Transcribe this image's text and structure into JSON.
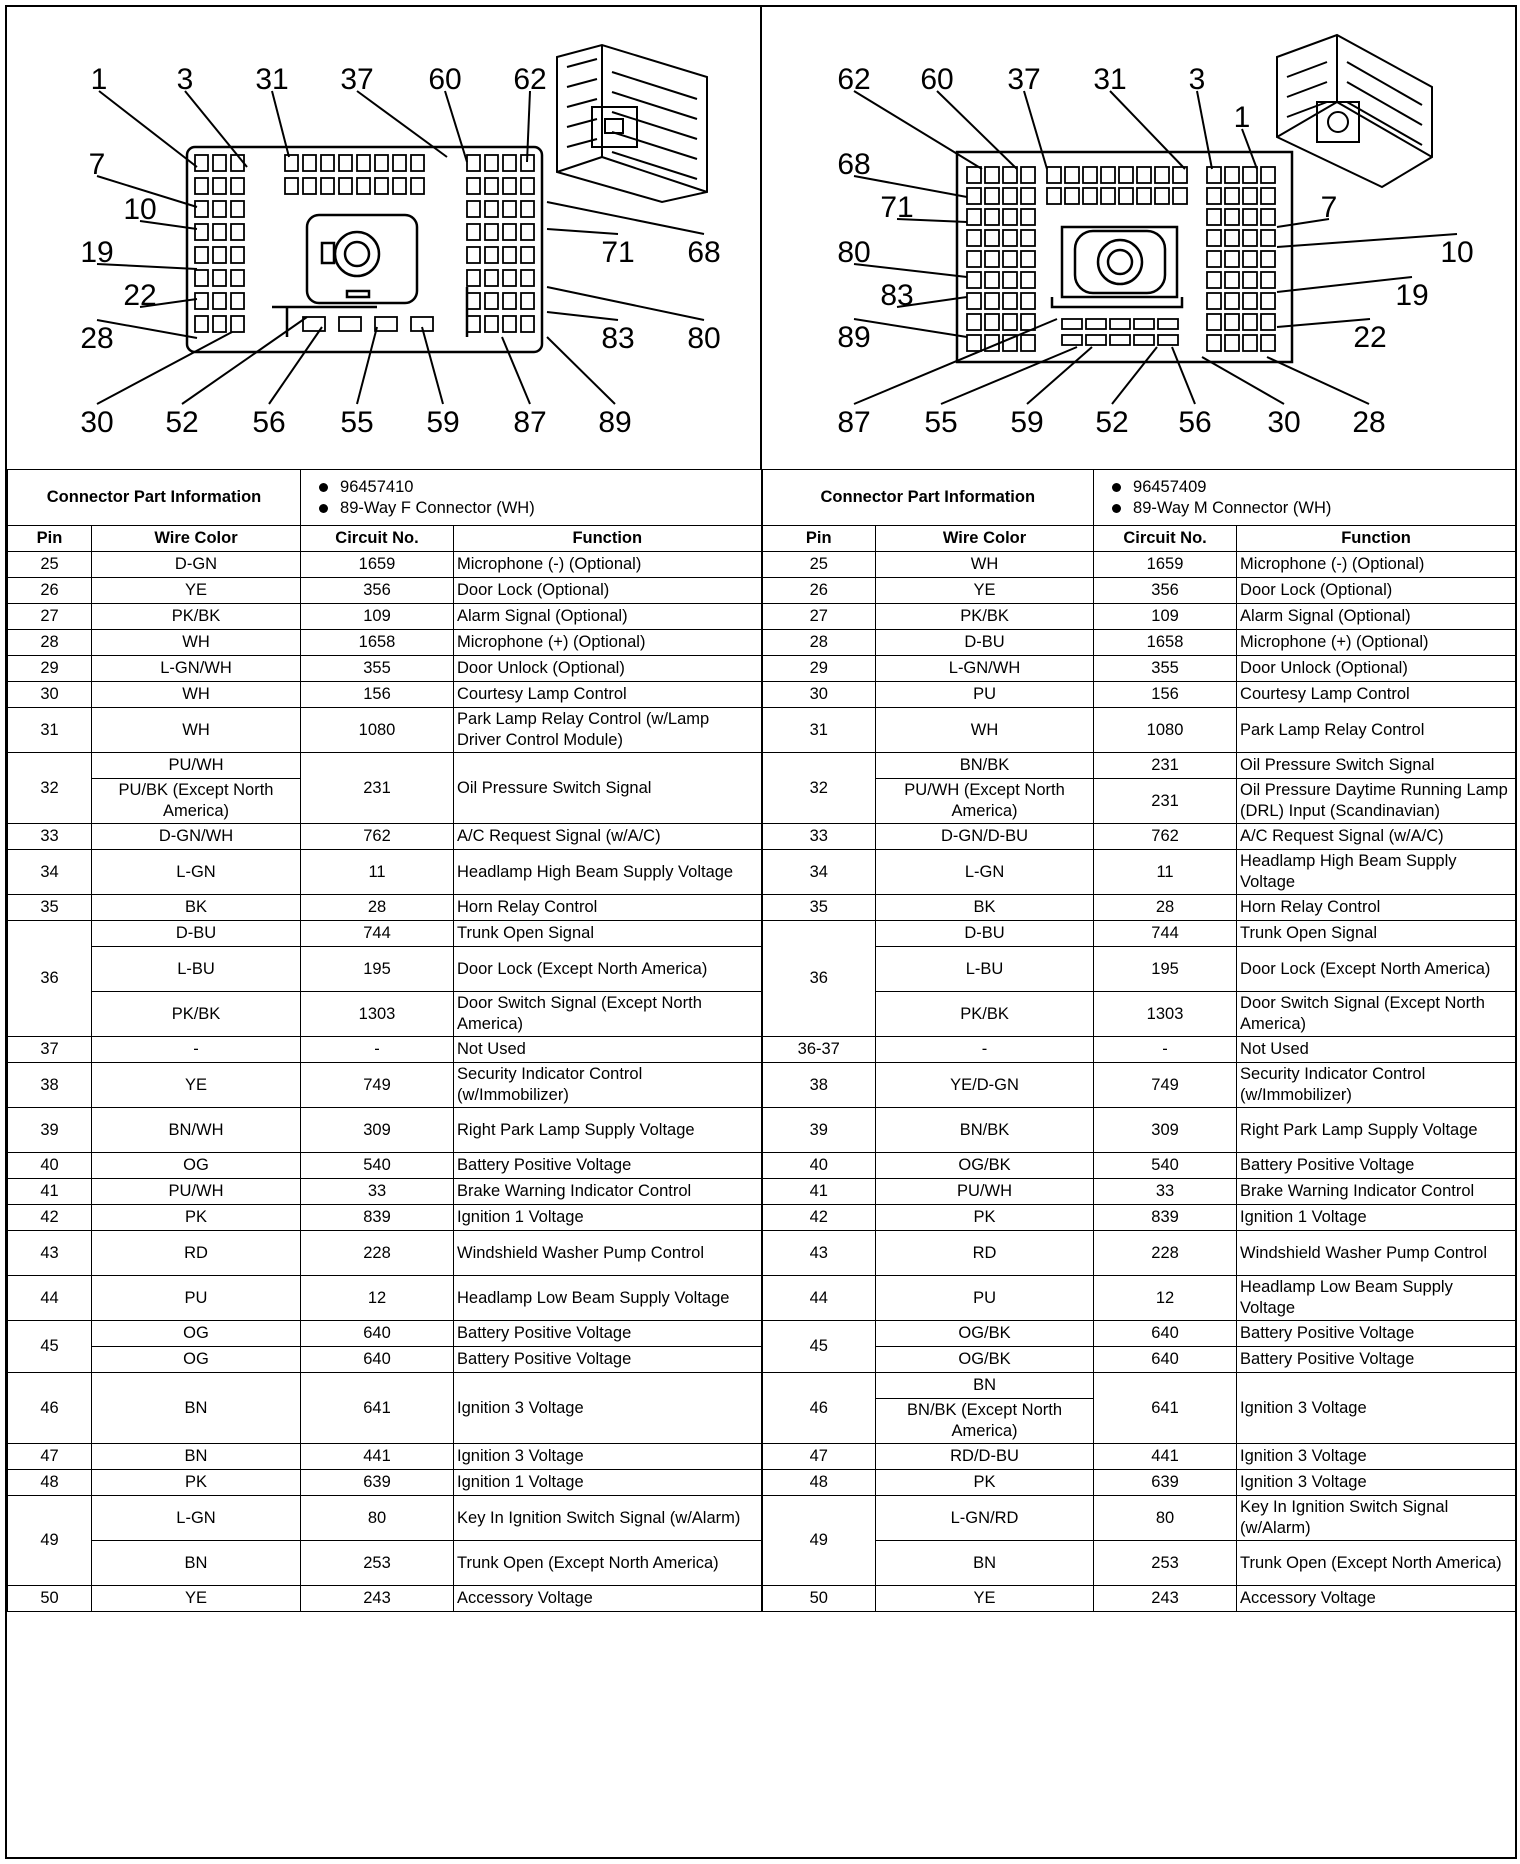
{
  "connectors": [
    {
      "side": "F",
      "callouts": [
        "1",
        "3",
        "31",
        "37",
        "60",
        "62",
        "7",
        "10",
        "19",
        "22",
        "28",
        "30",
        "52",
        "56",
        "55",
        "59",
        "87",
        "89",
        "71",
        "68",
        "83",
        "80"
      ],
      "info_label": "Connector Part Information",
      "part_number": "96457410",
      "description": "89-Way F Connector (WH)"
    },
    {
      "side": "M",
      "callouts": [
        "62",
        "60",
        "37",
        "31",
        "3",
        "1",
        "68",
        "71",
        "80",
        "83",
        "89",
        "7",
        "10",
        "19",
        "22",
        "87",
        "55",
        "59",
        "52",
        "56",
        "30",
        "28"
      ],
      "info_label": "Connector Part Information",
      "part_number": "96457409",
      "description": "89-Way M Connector (WH)"
    }
  ],
  "headers": {
    "pin": "Pin",
    "wire": "Wire Color",
    "circuit": "Circuit No.",
    "function": "Function"
  },
  "rows": [
    {
      "lp": "25",
      "lw": "D-GN",
      "lc": "1659",
      "lf": "Microphone (-) (Optional)",
      "rp": "25",
      "rw": "WH",
      "rc": "1659",
      "rf": "Microphone (-) (Optional)"
    },
    {
      "lp": "26",
      "lw": "YE",
      "lc": "356",
      "lf": "Door Lock (Optional)",
      "rp": "26",
      "rw": "YE",
      "rc": "356",
      "rf": "Door Lock (Optional)"
    },
    {
      "lp": "27",
      "lw": "PK/BK",
      "lc": "109",
      "lf": "Alarm Signal (Optional)",
      "rp": "27",
      "rw": "PK/BK",
      "rc": "109",
      "rf": "Alarm Signal (Optional)"
    },
    {
      "lp": "28",
      "lw": "WH",
      "lc": "1658",
      "lf": "Microphone (+) (Optional)",
      "rp": "28",
      "rw": "D-BU",
      "rc": "1658",
      "rf": "Microphone (+) (Optional)"
    },
    {
      "lp": "29",
      "lw": "L-GN/WH",
      "lc": "355",
      "lf": "Door Unlock (Optional)",
      "rp": "29",
      "rw": "L-GN/WH",
      "rc": "355",
      "rf": "Door Unlock (Optional)"
    },
    {
      "lp": "30",
      "lw": "WH",
      "lc": "156",
      "lf": "Courtesy Lamp Control",
      "rp": "30",
      "rw": "PU",
      "rc": "156",
      "rf": "Courtesy Lamp Control"
    },
    {
      "lp": "31",
      "lw": "WH",
      "lc": "1080",
      "lf": "Park Lamp Relay Control (w/Lamp Driver Control Module)",
      "rp": "31",
      "rw": "WH",
      "rc": "1080",
      "rf": "Park Lamp Relay Control"
    },
    {
      "lp": "32",
      "lw": "PU/WH",
      "lc": "231",
      "lf": "Oil Pressure Switch Signal",
      "rp": "32",
      "rw": "BN/BK",
      "rc": "231",
      "rf": "Oil Pressure Switch Signal"
    },
    {
      "lp": "",
      "lw": "PU/BK (Except North America)",
      "lc": "",
      "lf": "",
      "rp": "",
      "rw": "PU/WH (Except North America)",
      "rc": "231",
      "rf": "Oil Pressure Daytime Running Lamp (DRL) Input (Scandinavian)"
    },
    {
      "lp": "33",
      "lw": "D-GN/WH",
      "lc": "762",
      "lf": "A/C Request Signal (w/A/C)",
      "rp": "33",
      "rw": "D-GN/D-BU",
      "rc": "762",
      "rf": "A/C Request Signal (w/A/C)"
    },
    {
      "lp": "34",
      "lw": "L-GN",
      "lc": "11",
      "lf": "Headlamp High Beam Supply Voltage",
      "rp": "34",
      "rw": "L-GN",
      "rc": "11",
      "rf": "Headlamp High Beam Supply Voltage"
    },
    {
      "lp": "35",
      "lw": "BK",
      "lc": "28",
      "lf": "Horn Relay Control",
      "rp": "35",
      "rw": "BK",
      "rc": "28",
      "rf": "Horn Relay Control"
    },
    {
      "lp": "36",
      "lw": "D-BU",
      "lc": "744",
      "lf": "Trunk Open Signal",
      "rp": "36",
      "rw": "D-BU",
      "rc": "744",
      "rf": "Trunk Open Signal"
    },
    {
      "lp": "",
      "lw": "L-BU",
      "lc": "195",
      "lf": "Door Lock (Except North America)",
      "rp": "",
      "rw": "L-BU",
      "rc": "195",
      "rf": "Door Lock (Except North America)"
    },
    {
      "lp": "",
      "lw": "PK/BK",
      "lc": "1303",
      "lf": "Door Switch Signal (Except North America)",
      "rp": "",
      "rw": "PK/BK",
      "rc": "1303",
      "rf": "Door Switch Signal (Except North America)"
    },
    {
      "lp": "37",
      "lw": "-",
      "lc": "-",
      "lf": "Not Used",
      "rp": "36-37",
      "rw": "-",
      "rc": "-",
      "rf": "Not Used"
    },
    {
      "lp": "38",
      "lw": "YE",
      "lc": "749",
      "lf": "Security Indicator Control (w/Immobilizer)",
      "rp": "38",
      "rw": "YE/D-GN",
      "rc": "749",
      "rf": "Security Indicator Control (w/Immobilizer)"
    },
    {
      "lp": "39",
      "lw": "BN/WH",
      "lc": "309",
      "lf": "Right Park Lamp Supply Voltage",
      "rp": "39",
      "rw": "BN/BK",
      "rc": "309",
      "rf": "Right Park Lamp Supply Voltage"
    },
    {
      "lp": "40",
      "lw": "OG",
      "lc": "540",
      "lf": "Battery Positive Voltage",
      "rp": "40",
      "rw": "OG/BK",
      "rc": "540",
      "rf": "Battery Positive Voltage"
    },
    {
      "lp": "41",
      "lw": "PU/WH",
      "lc": "33",
      "lf": "Brake Warning Indicator Control",
      "rp": "41",
      "rw": "PU/WH",
      "rc": "33",
      "rf": "Brake Warning Indicator Control"
    },
    {
      "lp": "42",
      "lw": "PK",
      "lc": "839",
      "lf": "Ignition 1 Voltage",
      "rp": "42",
      "rw": "PK",
      "rc": "839",
      "rf": "Ignition 1 Voltage"
    },
    {
      "lp": "43",
      "lw": "RD",
      "lc": "228",
      "lf": "Windshield Washer Pump Control",
      "rp": "43",
      "rw": "RD",
      "rc": "228",
      "rf": "Windshield Washer Pump Control"
    },
    {
      "lp": "44",
      "lw": "PU",
      "lc": "12",
      "lf": "Headlamp Low Beam Supply Voltage",
      "rp": "44",
      "rw": "PU",
      "rc": "12",
      "rf": "Headlamp Low Beam Supply Voltage"
    },
    {
      "lp": "45",
      "lw": "OG",
      "lc": "640",
      "lf": "Battery Positive Voltage",
      "rp": "45",
      "rw": "OG/BK",
      "rc": "640",
      "rf": "Battery Positive Voltage"
    },
    {
      "lp": "",
      "lw": "OG",
      "lc": "640",
      "lf": "Battery Positive Voltage",
      "rp": "",
      "rw": "OG/BK",
      "rc": "640",
      "rf": "Battery Positive Voltage"
    },
    {
      "lp": "46",
      "lw": "BN",
      "lc": "641",
      "lf": "Ignition 3 Voltage",
      "rp": "46",
      "rw": "BN",
      "rc": "641",
      "rf": "Ignition 3 Voltage"
    },
    {
      "lp": "",
      "lw": "",
      "lc": "",
      "lf": "",
      "rp": "",
      "rw": "BN/BK (Except North America)",
      "rc": "",
      "rf": ""
    },
    {
      "lp": "47",
      "lw": "BN",
      "lc": "441",
      "lf": "Ignition 3 Voltage",
      "rp": "47",
      "rw": "RD/D-BU",
      "rc": "441",
      "rf": "Ignition 3 Voltage"
    },
    {
      "lp": "48",
      "lw": "PK",
      "lc": "639",
      "lf": "Ignition 1 Voltage",
      "rp": "48",
      "rw": "PK",
      "rc": "639",
      "rf": "Ignition 3 Voltage"
    },
    {
      "lp": "49",
      "lw": "L-GN",
      "lc": "80",
      "lf": "Key In Ignition Switch Signal (w/Alarm)",
      "rp": "49",
      "rw": "L-GN/RD",
      "rc": "80",
      "rf": "Key In Ignition Switch Signal (w/Alarm)"
    },
    {
      "lp": "",
      "lw": "BN",
      "lc": "253",
      "lf": "Trunk Open (Except North America)",
      "rp": "",
      "rw": "BN",
      "rc": "253",
      "rf": "Trunk Open (Except North America)"
    },
    {
      "lp": "50",
      "lw": "YE",
      "lc": "243",
      "lf": "Accessory Voltage",
      "rp": "50",
      "rw": "YE",
      "rc": "243",
      "rf": "Accessory Voltage"
    }
  ]
}
